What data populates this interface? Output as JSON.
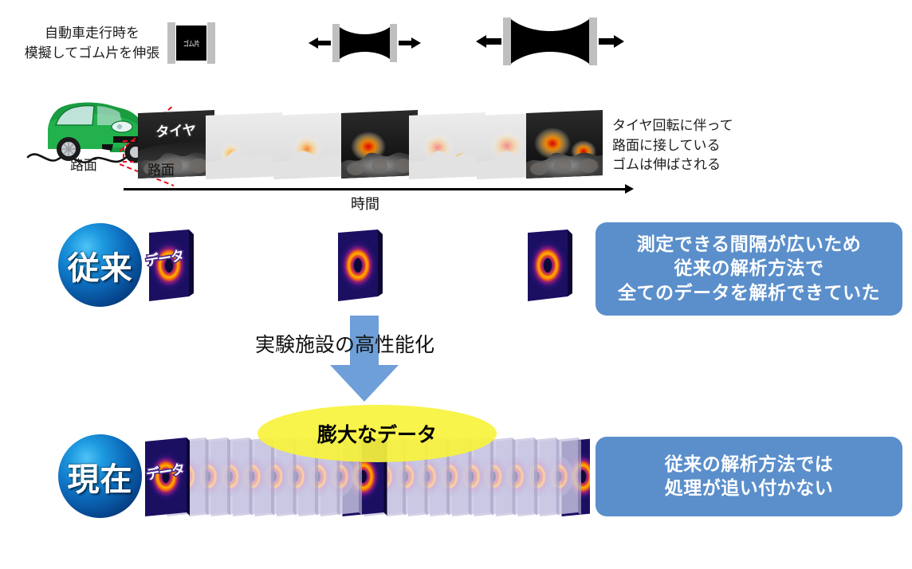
{
  "top": {
    "stretch_caption": "自動車走行時を\n模擬してゴム片を伸張",
    "specimen_label": "ゴム片"
  },
  "tire": {
    "road_label_car": "路面",
    "frame_tire_label": "タイヤ",
    "frame_road_label": "路面",
    "time_axis_label": "時間",
    "rotation_note": "タイヤ回転に伴って\n路面に接している\nゴムは伸ばされる"
  },
  "conventional": {
    "sphere_label": "従来",
    "data_label": "データ",
    "callout": "測定できる間隔が広いため\n従来の解析方法で\n全てのデータを解析できていた"
  },
  "transition": {
    "caption": "実験施設の高性能化"
  },
  "current": {
    "sphere_label": "現在",
    "data_label": "データ",
    "big_data_label": "膨大なデータ",
    "callout": "従来の解析方法では\n処理が追い付かない"
  },
  "colors": {
    "callout_blue": "#5b8fcb",
    "arrow_blue": "#6f9fd8",
    "ellipse_yellow": "#f7f33c",
    "car_green": "#22b14c",
    "panel_navy": "#1b0f62"
  }
}
